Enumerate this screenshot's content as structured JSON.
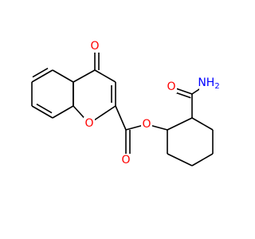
{
  "molecule": {
    "atoms": [
      {
        "id": "o_ketone",
        "symbol": "O",
        "color": "#ff0000"
      },
      {
        "id": "o_ring",
        "symbol": "O",
        "color": "#ff0000"
      },
      {
        "id": "o_carbonyl",
        "symbol": "O",
        "color": "#ff0000"
      },
      {
        "id": "o_ester",
        "symbol": "O",
        "color": "#ff0000"
      },
      {
        "id": "o_amide",
        "symbol": "O",
        "color": "#ff0000"
      },
      {
        "id": "n_amide",
        "symbol": "NH",
        "subscript": "2",
        "color": "#0000ff"
      }
    ],
    "bond_color": "#000000"
  }
}
